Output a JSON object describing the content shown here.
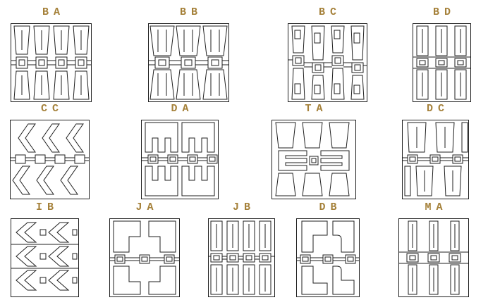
{
  "theme": {
    "background": "#ffffff",
    "label_color": "#a5813a",
    "line_color": "#1f1f1f"
  },
  "rows": [
    {
      "items": [
        {
          "label": "BA"
        },
        {
          "label": "BB"
        },
        {
          "label": "BC"
        },
        {
          "label": "BD"
        }
      ]
    },
    {
      "items": [
        {
          "label": "CC"
        },
        {
          "label": "DA"
        },
        {
          "label": "TA"
        },
        {
          "label": "DC"
        }
      ]
    },
    {
      "items": [
        {
          "label": "IB"
        },
        {
          "label": "JA"
        },
        {
          "label": "JB"
        },
        {
          "label": "DB"
        },
        {
          "label": "MA"
        }
      ]
    }
  ]
}
